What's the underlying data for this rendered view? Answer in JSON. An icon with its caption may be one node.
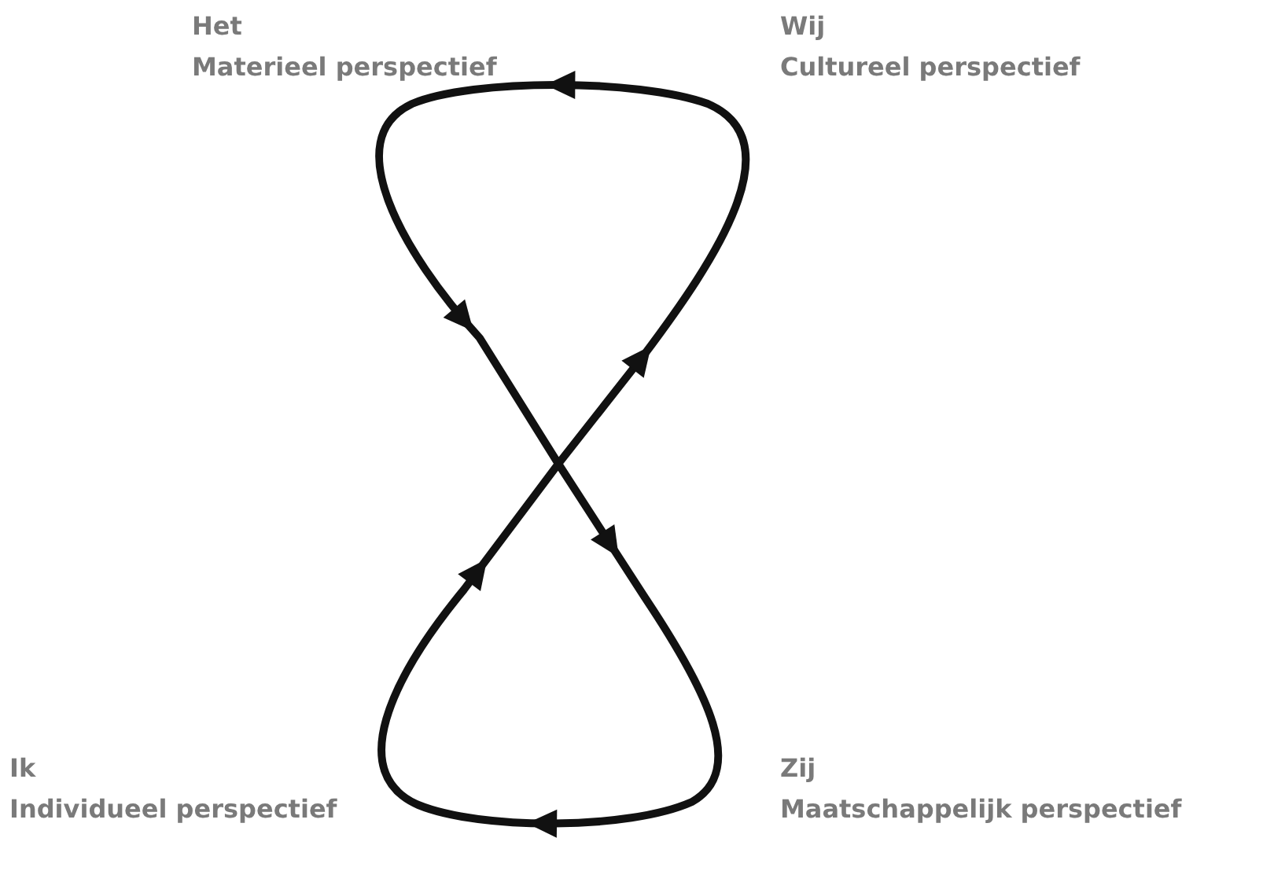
{
  "diagram": {
    "labels": [
      "Het",
      "Materieel perspectief",
      "Wij",
      "Cultureel perspectief",
      "Ik",
      "Individueel perspectief",
      "Zij",
      "Maatschappelijk perspectief"
    ]
  }
}
